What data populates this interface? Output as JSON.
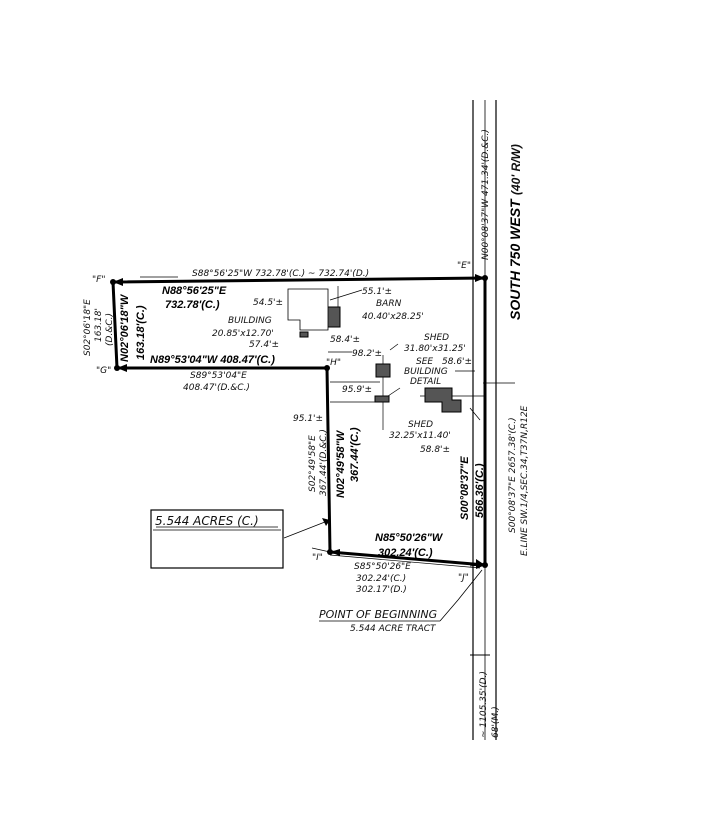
{
  "road": {
    "name": "SOUTH 750 WEST",
    "row": "(40' R/W)",
    "north_call": "N00°08'37\"W 471.34'(D.&C.)",
    "south_call": "~ 1105.35'(D.)",
    "south_call2": "68'(M.)"
  },
  "points": {
    "e": "\"E\"",
    "f": "\"F\"",
    "g": "\"G\"",
    "h": "\"H\"",
    "i": "\"I\"",
    "j": "\"J\""
  },
  "calls": {
    "north_line_small": "S88°56'25\"W 732.78'(C.) ~ 732.74'(D.)",
    "north_line_big_1": "N88°56'25\"E",
    "north_line_big_2": "732.78'(C.)",
    "west_small_1": "S02°06'18\"E",
    "west_small_2": "163.18'",
    "west_small_3": "(D.&C.)",
    "west_big_1": "N02°06'18\"W",
    "west_big_2": "163.18'(C.)",
    "gh_big": "N89°53'04\"W 408.47'(C.)",
    "gh_small_1": "S89°53'04\"E",
    "gh_small_2": "408.47'(D.&C.)",
    "hi_small_1": "S02°49'58\"E",
    "hi_small_2": "367.44'(D.&C.)",
    "hi_big_1": "N02°49'58\"W",
    "hi_big_2": "367.44'(C.)",
    "ij_big_1": "N85°50'26\"W",
    "ij_big_2": "302.24'(C.)",
    "ij_small_1": "S85°50'26\"E",
    "ij_small_2": "302.24'(C.)",
    "ij_small_3": "302.17'(D.)",
    "east_big_1": "S00°08'37\"E",
    "east_big_2": "566.36'(C.)",
    "eline_1": "S00°08'37\"E 2657.38'(C.)",
    "eline_2": "E.LINE SW.1/4,SEC.34,T37N,R12E"
  },
  "structures": {
    "barn_1": "BARN",
    "barn_2": "40.40'x28.25'",
    "building_1": "BUILDING",
    "building_2": "20.85'x12.70'",
    "shed1_1": "SHED",
    "shed1_2": "31.80'x31.25'",
    "shed2_1": "SHED",
    "shed2_2": "32.25'x11.40'",
    "detail_1": "SEE",
    "detail_2": "BUILDING",
    "detail_3": "DETAIL"
  },
  "distances": {
    "d55": "55.1'±",
    "d54": "54.5'±",
    "d57": "57.4'±",
    "d58a": "58.4'±",
    "d98": "98.2'±",
    "d95_9": "95.9'±",
    "d95_1": "95.1'±",
    "d58_6": "58.6'±",
    "d58_8": "58.8'±"
  },
  "acreage": {
    "label": "5.544 ACRES (C.)"
  },
  "pob": {
    "title": "POINT OF BEGINNING",
    "subtitle": "5.544 ACRE TRACT"
  }
}
